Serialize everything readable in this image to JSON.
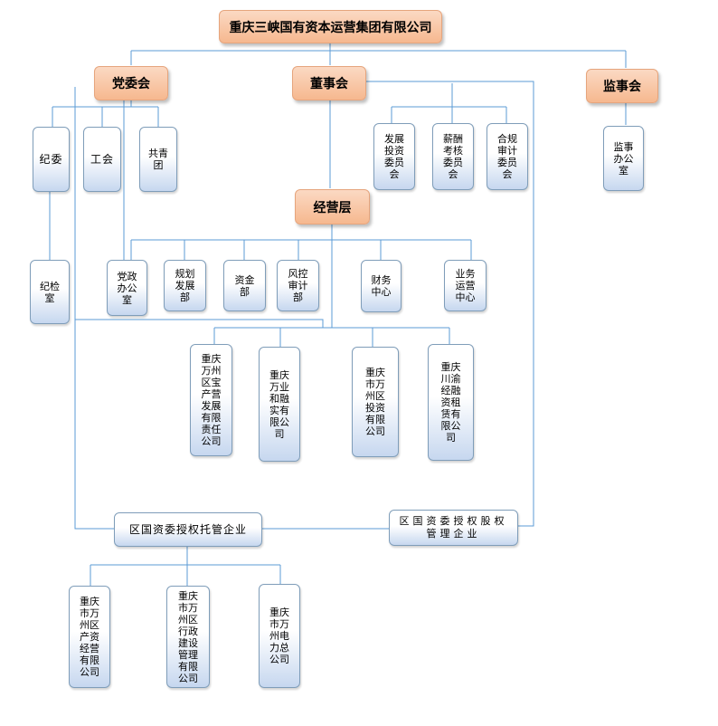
{
  "root": "重庆三峡国有资本运营集团有限公司",
  "party": {
    "title": "党委会",
    "children": [
      "纪委",
      "工会",
      "共青团"
    ],
    "discipline_office": "纪检室"
  },
  "board": {
    "title": "董事会",
    "committees": [
      "发展投资委员会",
      "薪酬考核委员会",
      "合规审计委员会"
    ]
  },
  "supervisors": {
    "title": "监事会",
    "office": "监事办公室"
  },
  "management": {
    "title": "经营层",
    "departments": [
      "党政办公室",
      "规划发展部",
      "资金部",
      "风控审计部",
      "财务中心",
      "业务运营中心"
    ],
    "subsidiaries": [
      "重庆万州区宝产营发展有限责任公司",
      "重庆万业和融实有限公司",
      "重庆市万州区投资有限公司",
      "重庆川渝经融资租赁有限公司"
    ]
  },
  "entrusted": {
    "title": "区国资委授权托管企业",
    "enterprises": [
      "重庆市万州区产资经营有限公司",
      "重庆市万州区行政建设管理有限公司",
      "重庆市万州电力总公司"
    ]
  },
  "authorized": {
    "title": "区国资委授权股权管理企业"
  },
  "colors": {
    "line": "#5b9bd5",
    "top_fill": "#f6b88f",
    "box_border": "#7f9db9"
  }
}
